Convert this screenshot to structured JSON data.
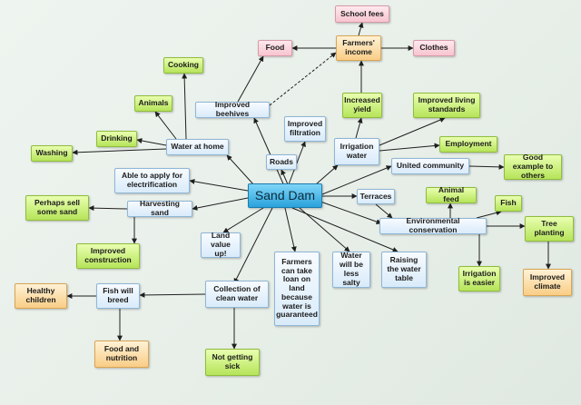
{
  "center": {
    "label": "Sand Dam"
  },
  "nodes": {
    "school_fees": "School fees",
    "farmers_income": "Farmers' income",
    "food": "Food",
    "clothes": "Clothes",
    "cooking": "Cooking",
    "animals": "Animals",
    "improved_beehives": "Improved beehives",
    "increased_yield": "Increased yield",
    "improved_living": "Improved living standards",
    "drinking": "Drinking",
    "water_at_home": "Water at home",
    "improved_filtration": "Improved filtration",
    "irrigation_water": "Irrigation water",
    "employment": "Employment",
    "washing": "Washing",
    "roads": "Roads",
    "united_community": "United community",
    "good_example": "Good example to others",
    "electrification": "Able to apply for electrification",
    "terraces": "Terraces",
    "animal_feed": "Animal feed",
    "fish": "Fish",
    "perhaps_sell": "Perhaps sell some sand",
    "harvesting_sand": "Harvesting sand",
    "environmental_conservation": "Environmental conservation",
    "tree_planting": "Tree planting",
    "land_value": "Land value up!",
    "improved_construction": "Improved construction",
    "farmers_loan": "Farmers can take loan on land because water is guaranteed",
    "less_salty": "Water will be less salty",
    "water_table": "Raising the water table",
    "irrigation_easier": "Irrigation is easier",
    "improved_climate": "Improved climate",
    "healthy_children": "Healthy children",
    "fish_breed": "Fish will breed",
    "clean_water": "Collection of clean water",
    "food_nutrition": "Food and nutrition",
    "not_sick": "Not getting sick"
  },
  "colors": {
    "center": "#2aa2dc",
    "blue_box": "#d9ebfa",
    "green_box": "#b6e45a",
    "pink_box": "#f7c4cf",
    "orange_box": "#f9cd86",
    "arrow": "#1f1f1f"
  }
}
